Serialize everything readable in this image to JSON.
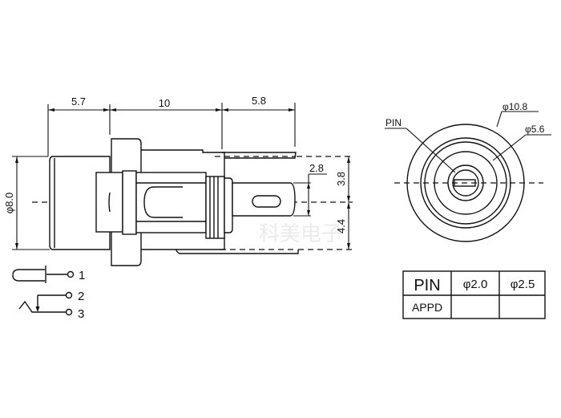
{
  "side_view": {
    "dims": {
      "left_length": "5.7",
      "body_length": "10",
      "pin_length": "5.8",
      "diameter": "φ8.0",
      "pin_width": "2.8",
      "upper_offset": "3.8",
      "lower_offset": "4.4"
    },
    "watermark": "科美电子"
  },
  "schematic": {
    "pins": [
      "1",
      "2",
      "3"
    ]
  },
  "front_view": {
    "pin_label": "PIN",
    "outer_diameter": "φ10.8",
    "inner_diameter": "φ5.6"
  },
  "table": {
    "header": [
      "PIN",
      "φ2.0",
      "φ2.5"
    ],
    "row": [
      "APPD",
      "",
      ""
    ]
  }
}
